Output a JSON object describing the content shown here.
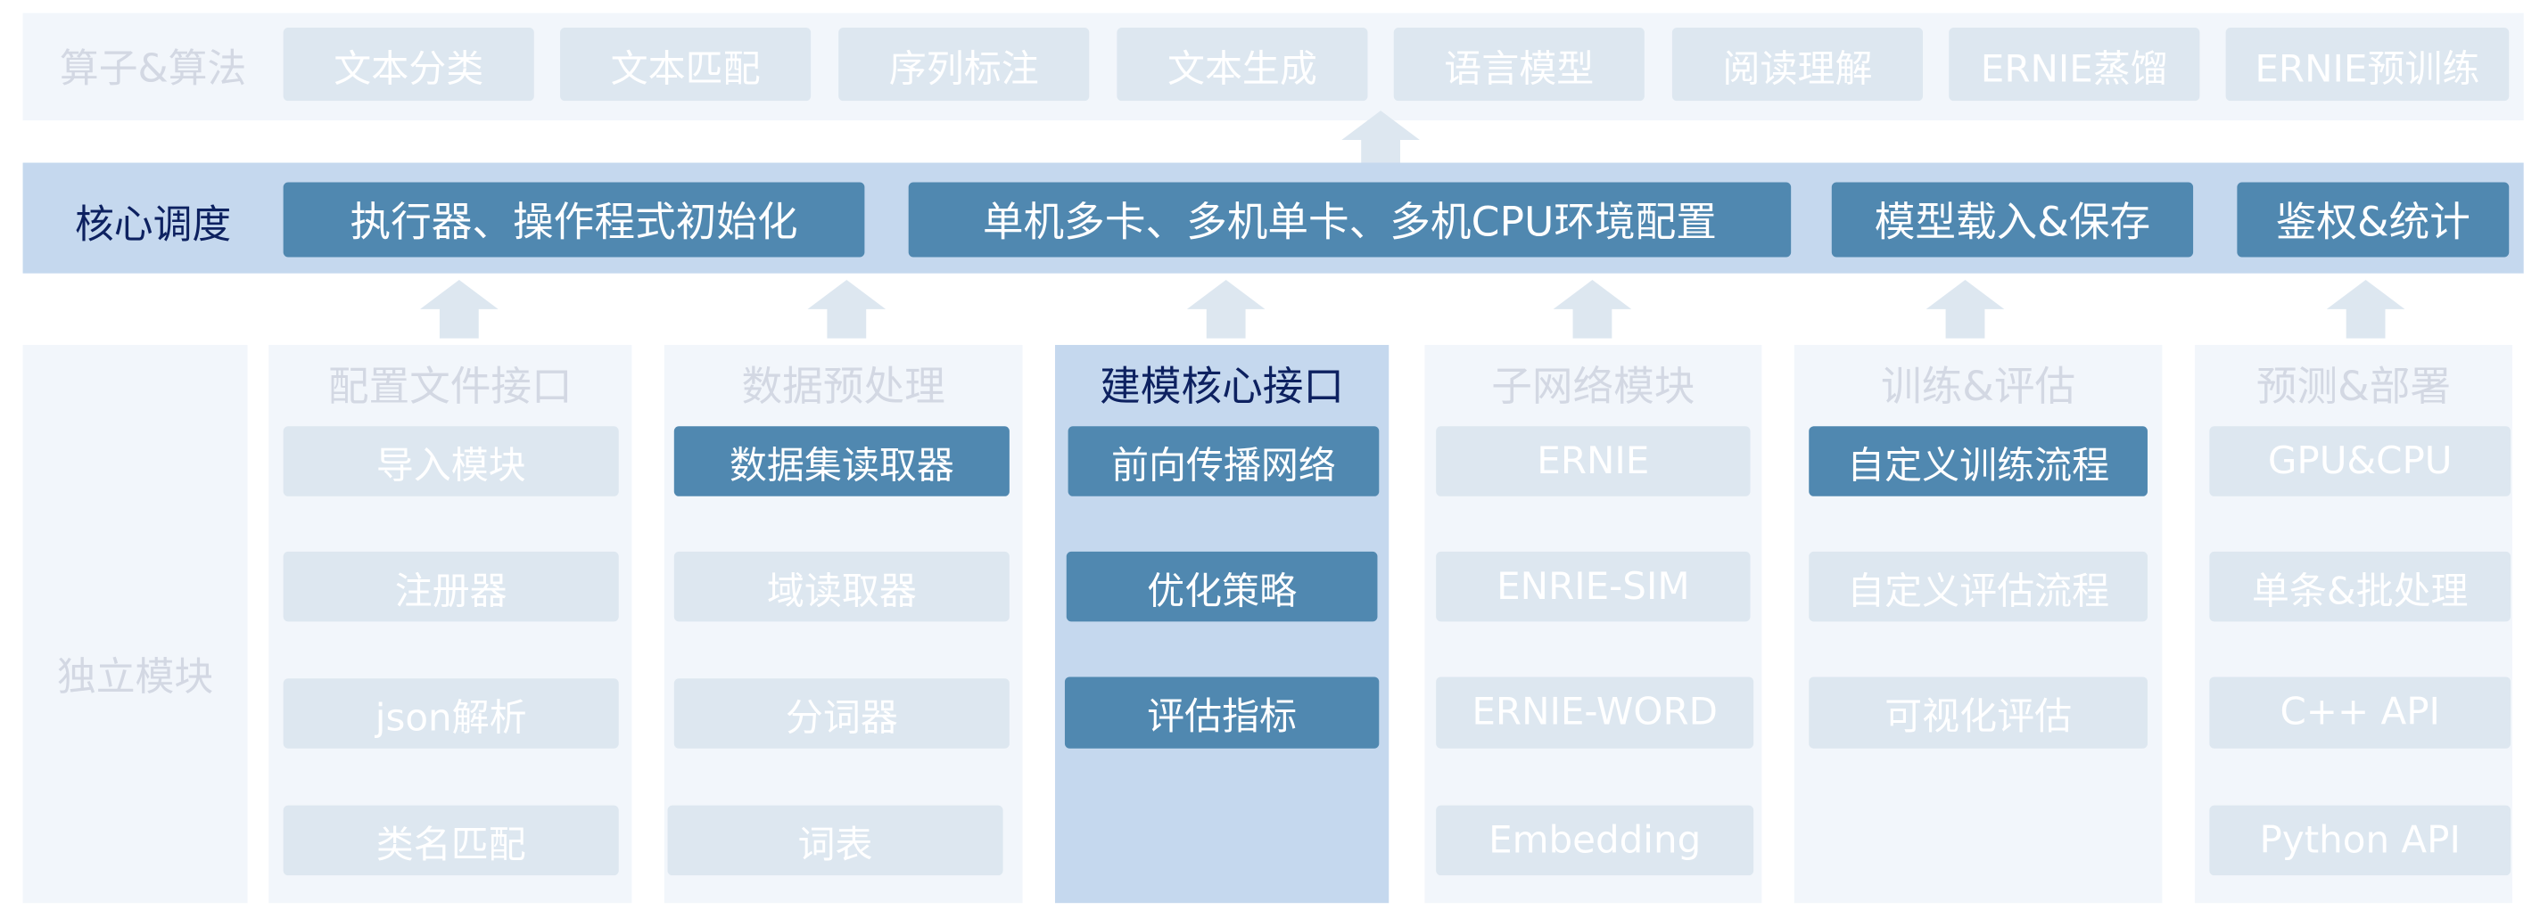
{
  "operators": {
    "label": "算子&算法",
    "items": [
      "文本分类",
      "文本匹配",
      "序列标注",
      "文本生成",
      "语言模型",
      "阅读理解",
      "ERNIE蒸馏",
      "ERNIE预训练"
    ]
  },
  "core": {
    "label": "核心调度",
    "items": [
      "执行器、操作程式初始化",
      "单机多卡、多机单卡、多机CPU环境配置",
      "模型载入&保存",
      "鉴权&统计"
    ]
  },
  "modules": {
    "label": "独立模块",
    "columns": [
      {
        "title": "配置文件接口",
        "items": [
          "导入模块",
          "注册器",
          "json解析",
          "类名匹配"
        ]
      },
      {
        "title": "数据预处理",
        "items": [
          "数据集读取器",
          "域读取器",
          "分词器",
          "词表"
        ]
      },
      {
        "title": "建模核心接口",
        "items": [
          "前向传播网络",
          "优化策略",
          "评估指标"
        ]
      },
      {
        "title": "子网络模块",
        "items": [
          "ERNIE",
          "ENRIE-SIM",
          "ERNIE-WORD",
          "Embedding"
        ]
      },
      {
        "title": "训练&评估",
        "items": [
          "自定义训练流程",
          "自定义评估流程",
          "可视化评估"
        ]
      },
      {
        "title": "预测&部署",
        "items": [
          "GPU&CPU",
          "单条&批处理",
          "C++ API",
          "Python API"
        ]
      }
    ]
  },
  "colors": {
    "light_band": "#f2f6fb",
    "core_band": "#c5d8ee",
    "light_box": "#dde7f0",
    "dark_box": "#5088b0",
    "navy": "#0d2160"
  }
}
